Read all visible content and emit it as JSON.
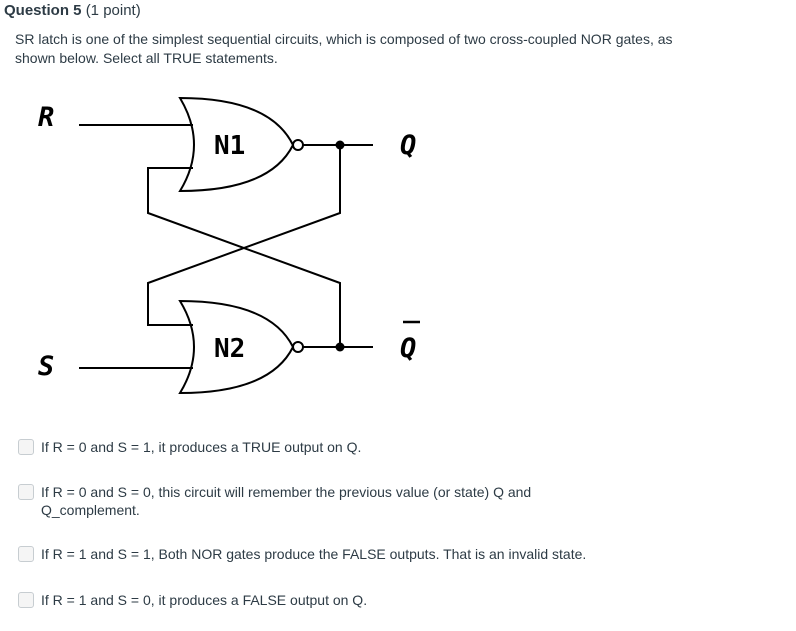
{
  "question": {
    "title": "Question 5",
    "points": "(1 point)",
    "prompt": "SR latch is one of the simplest sequential circuits, which is composed of two cross-coupled NOR gates, as shown below. Select all TRUE statements."
  },
  "diagram": {
    "input_r": "R",
    "input_s": "S",
    "gate1": "N1",
    "gate2": "N2",
    "output_q": "Q",
    "output_qbar": "Q"
  },
  "answers": [
    {
      "text": "If R = 0 and S = 1, it produces a TRUE output on Q."
    },
    {
      "text": "If R = 0 and S = 0, this circuit will remember the previous value (or state) Q and Q_complement."
    },
    {
      "text": "If R = 1 and S = 1, Both NOR gates produce the FALSE outputs. That is an invalid state."
    },
    {
      "text": "If R = 1 and S = 0, it produces a FALSE output on Q."
    }
  ]
}
